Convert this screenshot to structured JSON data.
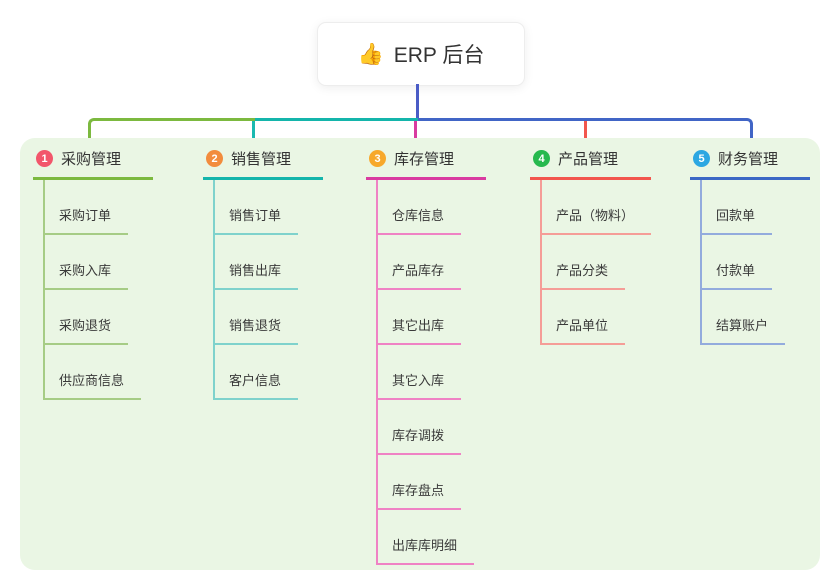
{
  "root": {
    "icon_glyph": "👍",
    "title": "ERP 后台"
  },
  "colors": {
    "root_connector": "#4a5cc6",
    "bus_green": "#7cb93f",
    "bus_teal": "#14b5ab",
    "bus_blue": "#4165c6",
    "drop_teal": "#1ab9b0",
    "drop_magenta": "#d93ba0",
    "drop_red": "#f2564d",
    "panel_bg": "#eaf6e4"
  },
  "branches": [
    {
      "num": "1",
      "label": "采购管理",
      "circle_color": "#f2566b",
      "line_color": "#7cb93f",
      "child_line_color": "#a6cc85",
      "children": [
        "采购订单",
        "采购入库",
        "采购退货",
        "供应商信息"
      ]
    },
    {
      "num": "2",
      "label": "销售管理",
      "circle_color": "#f28c3d",
      "line_color": "#14b5ab",
      "child_line_color": "#7fd2cc",
      "children": [
        "销售订单",
        "销售出库",
        "销售退货",
        "客户信息"
      ]
    },
    {
      "num": "3",
      "label": "库存管理",
      "circle_color": "#f7a82b",
      "line_color": "#d93ba0",
      "child_line_color": "#ef82c4",
      "children": [
        "仓库信息",
        "产品库存",
        "其它出库",
        "其它入库",
        "库存调拨",
        "库存盘点",
        "出库库明细"
      ]
    },
    {
      "num": "4",
      "label": "产品管理",
      "circle_color": "#27b94e",
      "line_color": "#f2564d",
      "child_line_color": "#f59d97",
      "children": [
        "产品（物料）",
        "产品分类",
        "产品单位"
      ]
    },
    {
      "num": "5",
      "label": "财务管理",
      "circle_color": "#2ca7e2",
      "line_color": "#3c68c5",
      "child_line_color": "#93abdd",
      "children": [
        "回款单",
        "付款单",
        "结算账户"
      ]
    }
  ]
}
